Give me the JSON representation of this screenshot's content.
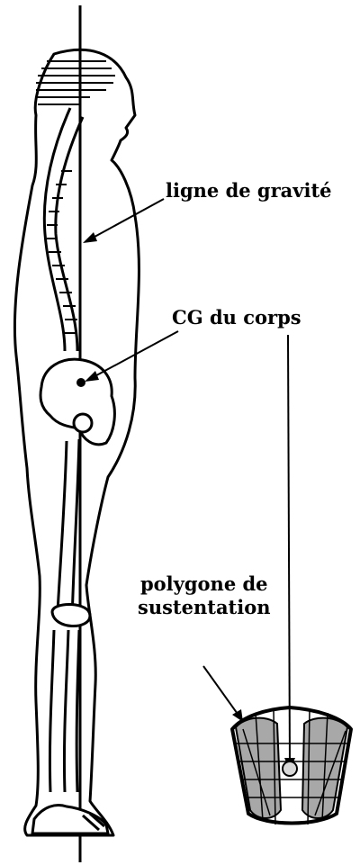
{
  "labels": {
    "gravity_line": "ligne de gravité",
    "center_of_gravity": "CG du corps",
    "support_polygon_line1": "polygone de",
    "support_polygon_line2": "sustentation"
  },
  "colors": {
    "ink": "#000000",
    "paper": "#ffffff",
    "foot_fill": "#a8a8a8"
  }
}
